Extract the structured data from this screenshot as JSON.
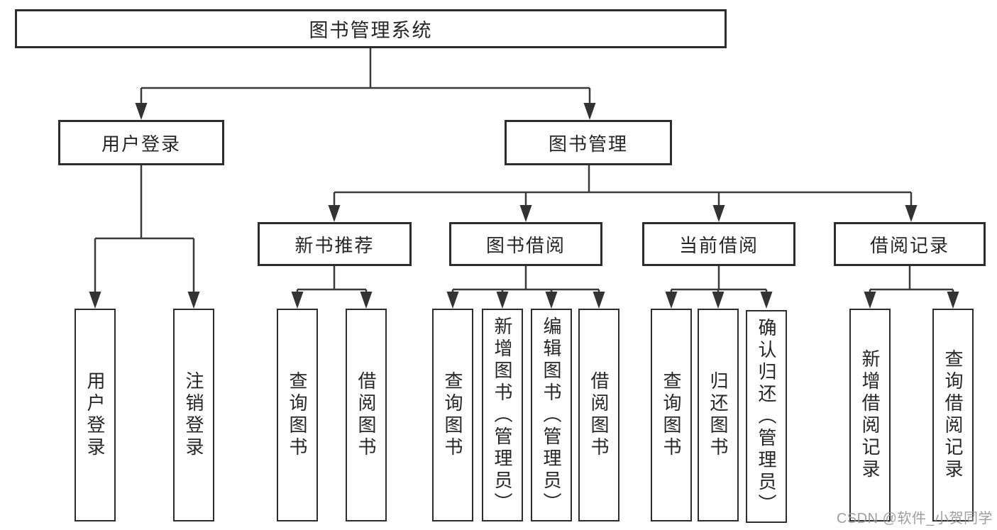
{
  "colors": {
    "background": "#ffffff",
    "line": "#3a3a3a",
    "box_border": "#2d2d2d",
    "text": "#262626",
    "watermark": "#969696"
  },
  "tree": {
    "root": {
      "label": "图书管理系统"
    },
    "user": {
      "label": "用户登录",
      "children": [
        {
          "label": "用户登录"
        },
        {
          "label": "注销登录"
        }
      ]
    },
    "book": {
      "label": "图书管理",
      "groups": [
        {
          "label": "新书推荐",
          "children": [
            {
              "label": "查询图书"
            },
            {
              "label": "借阅图书"
            }
          ]
        },
        {
          "label": "图书借阅",
          "children": [
            {
              "label": "查询图书"
            },
            {
              "label": "新增图书（管理员）"
            },
            {
              "label": "编辑图书（管理员）"
            },
            {
              "label": "借阅图书"
            }
          ]
        },
        {
          "label": "当前借阅",
          "children": [
            {
              "label": "查询图书"
            },
            {
              "label": "归还图书"
            },
            {
              "label": "确认归还（管理员）"
            }
          ]
        },
        {
          "label": "借阅记录",
          "children": [
            {
              "label": "新增借阅记录"
            },
            {
              "label": "查询借阅记录"
            }
          ]
        }
      ]
    }
  },
  "watermark": {
    "text": "CSDN @软件_小贺同学"
  }
}
